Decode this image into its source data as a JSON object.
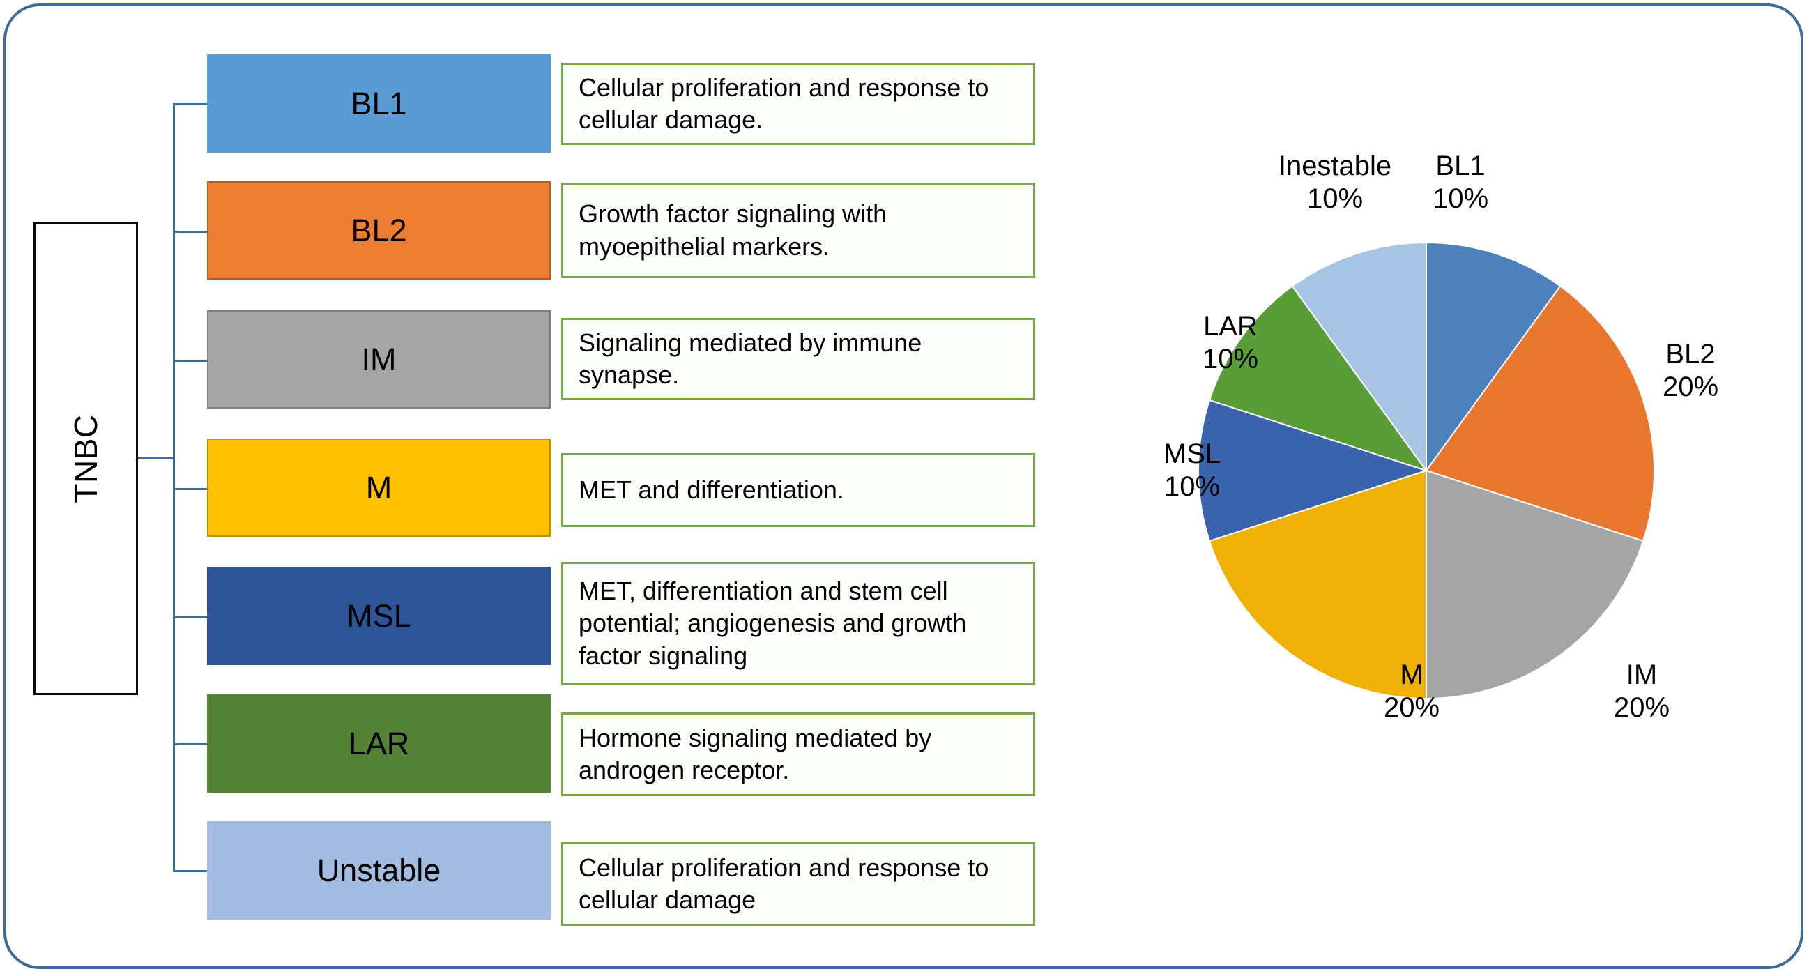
{
  "frame": {
    "border_color": "#3F6A96"
  },
  "root": {
    "label": "TNBC"
  },
  "subtypes": [
    {
      "code": "BL1",
      "color": "#5B9BD5",
      "border": "#4181BB",
      "description": "Cellular proliferation and response to cellular damage."
    },
    {
      "code": "BL2",
      "color": "#ED7D31",
      "border": "#B05B1F",
      "description": "Growth factor signaling with myoepithelial markers."
    },
    {
      "code": "IM",
      "color": "#A5A5A5",
      "border": "#7F7F7F",
      "description": "Signaling mediated by immune synapse."
    },
    {
      "code": "M",
      "color": "#FFC000",
      "border": "#BF9000",
      "description": "MET and differentiation."
    },
    {
      "code": "MSL",
      "color": "#2E5597",
      "border": "#1F3864",
      "description": "MET, differentiation and stem cell potential; angiogenesis and growth factor signaling"
    },
    {
      "code": "LAR",
      "color": "#538135",
      "border": "#3A5C25",
      "description": "Hormone signaling mediated by androgen receptor."
    },
    {
      "code": "Unstable",
      "color": "#A3BCE2",
      "border": "#8FAAD6",
      "description": "Cellular proliferation and response to cellular damage"
    }
  ],
  "chart_data": {
    "type": "pie",
    "title": "",
    "categories": [
      "BL1",
      "BL2",
      "IM",
      "M",
      "MSL",
      "LAR",
      "Inestable"
    ],
    "values": [
      10,
      20,
      20,
      20,
      10,
      10,
      10
    ],
    "value_unit": "%",
    "colors": [
      "#4E81BC",
      "#E8762C",
      "#A5A5A5",
      "#EFB008",
      "#3A63AE",
      "#599D38",
      "#A8C4E5"
    ],
    "labels": [
      {
        "name": "BL1",
        "value": "10%"
      },
      {
        "name": "BL2",
        "value": "20%"
      },
      {
        "name": "IM",
        "value": "20%"
      },
      {
        "name": "M",
        "value": "20%"
      },
      {
        "name": "MSL",
        "value": "10%"
      },
      {
        "name": "LAR",
        "value": "10%"
      },
      {
        "name": "Inestable",
        "value": "10%"
      }
    ],
    "start_angle_deg": 0,
    "direction": "clockwise",
    "legend": "none",
    "labels_position": "outside"
  }
}
